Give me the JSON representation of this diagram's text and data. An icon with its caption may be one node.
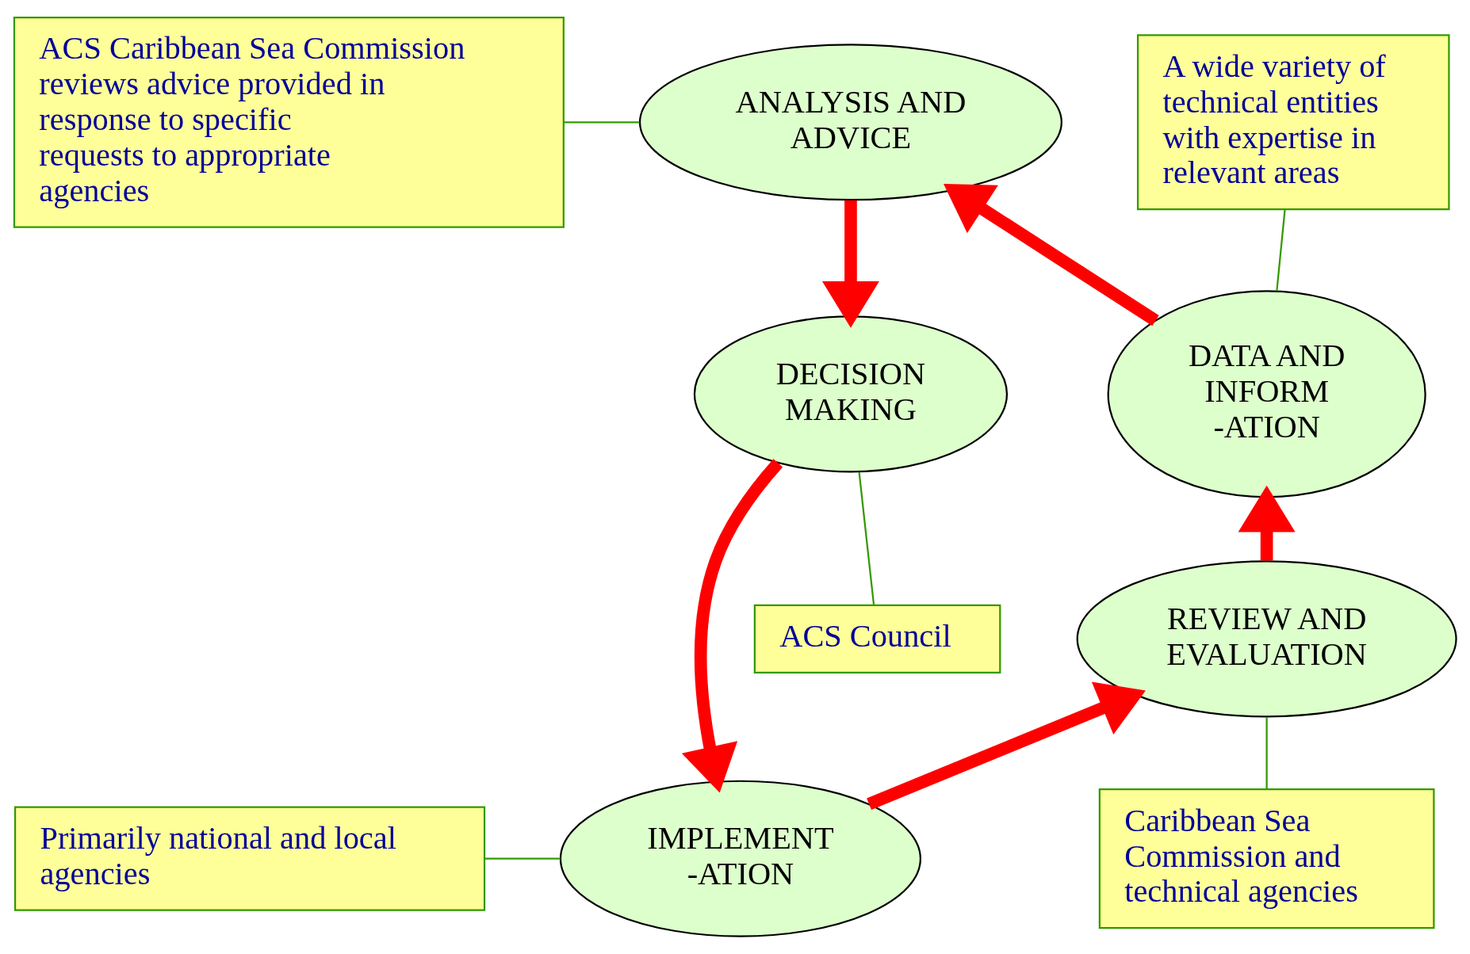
{
  "diagram": {
    "nodes": [
      {
        "text": [
          "DATA AND INFORM -ATION"
        ]
      },
      {
        "text": [
          "ANALYSIS AND ADVICE"
        ]
      },
      {
        "text": [
          "DECISION MAKING"
        ]
      },
      {
        "text": [
          "IMPLEMENT -ATION"
        ]
      },
      {
        "text": [
          "REVIEW AND EVALUATION"
        ]
      },
      {
        "text": [
          "A wide variety of technical entities with expertise in relevant areas"
        ]
      },
      {
        "text": [
          "ACS Caribbean Sea Commission reviews advice provided in response to specific requests to appropriate agencies"
        ]
      },
      {
        "text": [
          "ACS Council"
        ]
      },
      {
        "text": [
          "Primarily national and local agencies"
        ]
      },
      {
        "text": [
          "Caribbean Sea Commission and technical agencies"
        ]
      }
    ],
    "edges": [
      {
        "from": 0,
        "to": 1,
        "arrow": "to",
        "style": "thick",
        "color": "#ff0000"
      },
      {
        "from": 1,
        "to": 2,
        "arrow": "to",
        "style": "thick",
        "color": "#ff0000"
      },
      {
        "from": 2,
        "to": 3,
        "arrow": "to",
        "style": "thick",
        "color": "#ff0000"
      },
      {
        "from": 3,
        "to": 4,
        "arrow": "to",
        "style": "thick",
        "color": "#ff0000"
      },
      {
        "from": 4,
        "to": 0,
        "arrow": "to",
        "style": "thick",
        "color": "#ff0000"
      },
      {
        "from": 5,
        "to": 0,
        "arrow": "none",
        "color": "#339900"
      },
      {
        "from": 6,
        "to": 1,
        "arrow": "none",
        "color": "#339900"
      },
      {
        "from": 7,
        "to": 2,
        "arrow": "none",
        "color": "#339900"
      },
      {
        "from": 8,
        "to": 3,
        "arrow": "none",
        "color": "#339900"
      },
      {
        "from": 9,
        "to": 4,
        "arrow": "none",
        "color": "#339900"
      }
    ]
  }
}
